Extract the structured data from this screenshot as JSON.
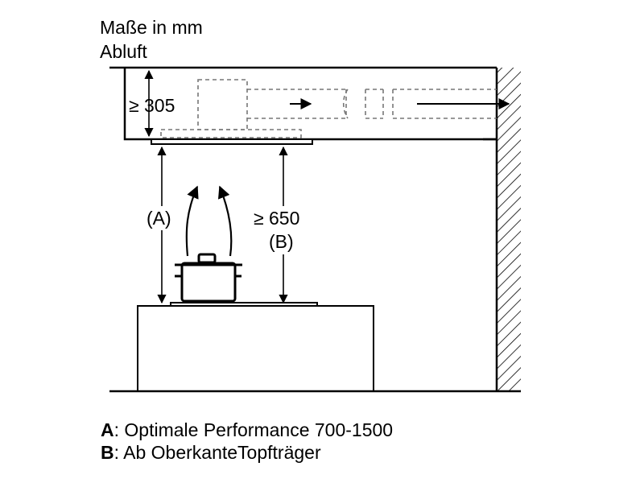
{
  "title": {
    "line1": "Maße in mm",
    "line2": "Abluft"
  },
  "dimensions": {
    "ceiling_clearance": "≥ 305",
    "height_min": "≥ 650",
    "label_a": "(A)",
    "label_b": "(B)"
  },
  "legend": {
    "a_key": "A",
    "a_text": ": Optimale Performance 700-1500",
    "b_key": "B",
    "b_text": ": Ab OberkanteTopfträger"
  }
}
